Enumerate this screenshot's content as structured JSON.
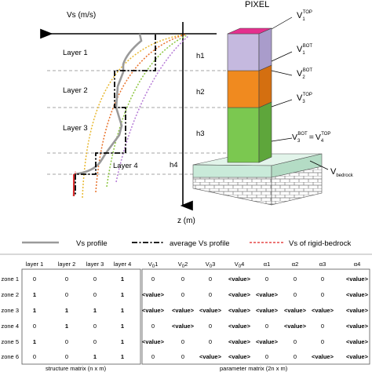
{
  "diagram": {
    "pixel_title": "PIXEL",
    "vs_axis_label": "Vs (m/s)",
    "z_axis_label": "z (m)",
    "layers": [
      "Layer 1",
      "Layer 2",
      "Layer 3",
      "Layer 4"
    ],
    "heights": [
      "h1",
      "h2",
      "h3",
      "h4"
    ],
    "pillar_labels": [
      {
        "main": "V",
        "sub": "1",
        "sup": "TOP"
      },
      {
        "main": "V",
        "sub": "1",
        "sup": "BOT"
      },
      {
        "main": "V",
        "sub": "2",
        "sup": "BOT"
      },
      {
        "main": "V",
        "sub": "3",
        "sup": "TOP"
      }
    ],
    "equal_label": {
      "left_sub": "3",
      "left_sup": "BOT",
      "eq": "=",
      "right_sub": "4",
      "right_sup": "TOP"
    },
    "bedrock_label": {
      "main": "V",
      "sub": "bedrock"
    },
    "colors": {
      "layer1": "#c5b9df",
      "layer2": "#f08a1f",
      "layer3": "#7bc850",
      "top": "#e52f8e",
      "bedrock": "#c9ead9",
      "brick": "#777777"
    }
  },
  "legend": {
    "vs_profile": "Vs profile",
    "average_vs": "average Vs  profile",
    "rigid_bedrock": "Vs of rigid-bedrock"
  },
  "table": {
    "structure_headers": [
      "layer 1",
      "layer 2",
      "layer 3",
      "layer 4"
    ],
    "parameter_headers": [
      {
        "p": "V",
        "s": "0",
        "t": "1"
      },
      {
        "p": "V",
        "s": "0",
        "t": "2"
      },
      {
        "p": "V",
        "s": "0",
        "t": "3"
      },
      {
        "p": "V",
        "s": "0",
        "t": "4"
      },
      {
        "p": "α",
        "s": "",
        "t": "1"
      },
      {
        "p": "α",
        "s": "",
        "t": "2"
      },
      {
        "p": "α",
        "s": "",
        "t": "3"
      },
      {
        "p": "α",
        "s": "",
        "t": "4"
      }
    ],
    "rows": [
      {
        "zone": "zone 1",
        "structure": [
          "0",
          "0",
          "0",
          "1"
        ],
        "params": [
          "0",
          "0",
          "0",
          "<value>",
          "0",
          "0",
          "0",
          "<value>"
        ]
      },
      {
        "zone": "zone 2",
        "structure": [
          "1",
          "0",
          "0",
          "1"
        ],
        "params": [
          "<value>",
          "0",
          "0",
          "<value>",
          "<value>",
          "0",
          "0",
          "<value>"
        ]
      },
      {
        "zone": "zone 3",
        "structure": [
          "1",
          "1",
          "1",
          "1"
        ],
        "params": [
          "<value>",
          "<value>",
          "<value>",
          "<value>",
          "<value>",
          "<value>",
          "<value>",
          "<value>"
        ]
      },
      {
        "zone": "zone 4",
        "structure": [
          "0",
          "1",
          "0",
          "1"
        ],
        "params": [
          "0",
          "<value>",
          "0",
          "<value>",
          "0",
          "<value>",
          "0",
          "<value>"
        ]
      },
      {
        "zone": "zone 5",
        "structure": [
          "1",
          "0",
          "0",
          "1"
        ],
        "params": [
          "<value>",
          "0",
          "0",
          "<value>",
          "<value>",
          "0",
          "0",
          "<value>"
        ]
      },
      {
        "zone": "zone 6",
        "structure": [
          "0",
          "0",
          "1",
          "1"
        ],
        "params": [
          "0",
          "0",
          "<value>",
          "<value>",
          "0",
          "0",
          "<value>",
          "<value>"
        ]
      }
    ],
    "structure_caption": "structure matrix (n x m)",
    "parameter_caption": "parameter matrix (2n x m)"
  }
}
